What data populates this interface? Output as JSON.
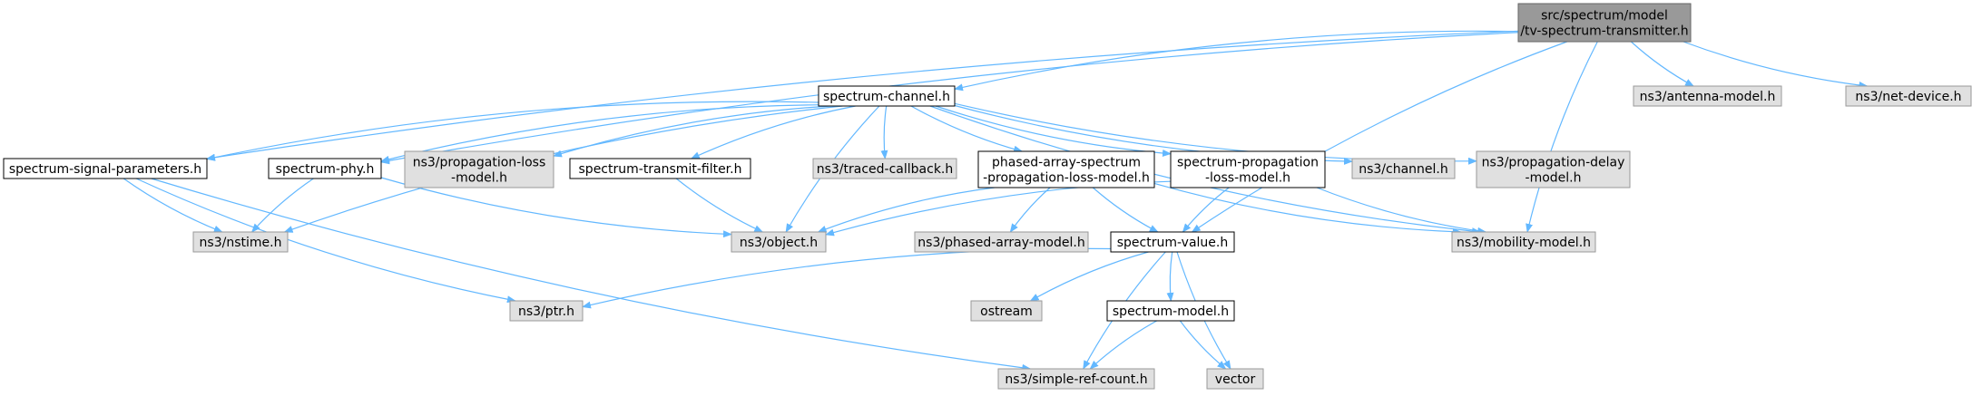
{
  "graph": {
    "nodes": {
      "root": {
        "lines": [
          "src/spectrum/model",
          "/tv-spectrum-transmitter.h"
        ],
        "kind": "root"
      },
      "channel": {
        "lines": [
          "spectrum-channel.h"
        ],
        "kind": "local"
      },
      "antenna": {
        "lines": [
          "ns3/antenna-model.h"
        ],
        "kind": "external"
      },
      "netdevice": {
        "lines": [
          "ns3/net-device.h"
        ],
        "kind": "external"
      },
      "ssp": {
        "lines": [
          "spectrum-signal-parameters.h"
        ],
        "kind": "local"
      },
      "phy": {
        "lines": [
          "spectrum-phy.h"
        ],
        "kind": "local"
      },
      "proploss": {
        "lines": [
          "ns3/propagation-loss",
          "-model.h"
        ],
        "kind": "external"
      },
      "filter": {
        "lines": [
          "spectrum-transmit-filter.h"
        ],
        "kind": "local"
      },
      "traced": {
        "lines": [
          "ns3/traced-callback.h"
        ],
        "kind": "external"
      },
      "phased": {
        "lines": [
          "phased-array-spectrum",
          "-propagation-loss-model.h"
        ],
        "kind": "local"
      },
      "sprop": {
        "lines": [
          "spectrum-propagation",
          "-loss-model.h"
        ],
        "kind": "local"
      },
      "nschannel": {
        "lines": [
          "ns3/channel.h"
        ],
        "kind": "external"
      },
      "propdelay": {
        "lines": [
          "ns3/propagation-delay",
          "-model.h"
        ],
        "kind": "external"
      },
      "nstime": {
        "lines": [
          "ns3/nstime.h"
        ],
        "kind": "external"
      },
      "object": {
        "lines": [
          "ns3/object.h"
        ],
        "kind": "external"
      },
      "phasedarr": {
        "lines": [
          "ns3/phased-array-model.h"
        ],
        "kind": "external"
      },
      "value": {
        "lines": [
          "spectrum-value.h"
        ],
        "kind": "local"
      },
      "mobility": {
        "lines": [
          "ns3/mobility-model.h"
        ],
        "kind": "external"
      },
      "ptr": {
        "lines": [
          "ns3/ptr.h"
        ],
        "kind": "external"
      },
      "ostream": {
        "lines": [
          "ostream"
        ],
        "kind": "external"
      },
      "smodel": {
        "lines": [
          "spectrum-model.h"
        ],
        "kind": "local"
      },
      "refcount": {
        "lines": [
          "ns3/simple-ref-count.h"
        ],
        "kind": "external"
      },
      "vector": {
        "lines": [
          "vector"
        ],
        "kind": "external"
      }
    },
    "edges": [
      [
        "root",
        "channel"
      ],
      [
        "root",
        "antenna"
      ],
      [
        "root",
        "netdevice"
      ],
      [
        "root",
        "ssp"
      ],
      [
        "root",
        "phy"
      ],
      [
        "root",
        "value"
      ],
      [
        "root",
        "mobility"
      ],
      [
        "channel",
        "ssp"
      ],
      [
        "channel",
        "phy"
      ],
      [
        "channel",
        "nstime"
      ],
      [
        "channel",
        "proploss"
      ],
      [
        "channel",
        "filter"
      ],
      [
        "channel",
        "object"
      ],
      [
        "channel",
        "traced"
      ],
      [
        "channel",
        "phased"
      ],
      [
        "channel",
        "sprop"
      ],
      [
        "channel",
        "nschannel"
      ],
      [
        "channel",
        "propdelay"
      ],
      [
        "channel",
        "mobility"
      ],
      [
        "ssp",
        "nstime"
      ],
      [
        "ssp",
        "ptr"
      ],
      [
        "ssp",
        "refcount"
      ],
      [
        "phy",
        "nstime"
      ],
      [
        "phy",
        "object"
      ],
      [
        "filter",
        "object"
      ],
      [
        "phased",
        "object"
      ],
      [
        "phased",
        "phasedarr"
      ],
      [
        "phased",
        "value"
      ],
      [
        "phased",
        "mobility"
      ],
      [
        "sprop",
        "object"
      ],
      [
        "sprop",
        "value"
      ],
      [
        "sprop",
        "mobility"
      ],
      [
        "value",
        "ptr"
      ],
      [
        "value",
        "ostream"
      ],
      [
        "value",
        "smodel"
      ],
      [
        "value",
        "refcount"
      ],
      [
        "value",
        "vector"
      ],
      [
        "smodel",
        "refcount"
      ],
      [
        "smodel",
        "vector"
      ]
    ]
  }
}
